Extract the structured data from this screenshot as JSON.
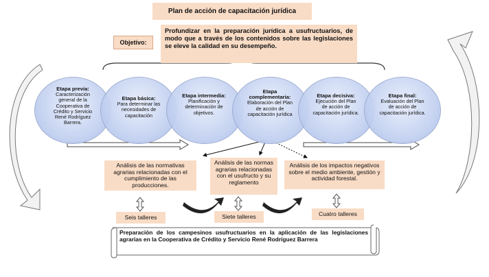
{
  "title": "Plan de acción de capacitación jurídica",
  "objective": {
    "label": "Objetivo:",
    "text": "Profundizar en la preparación jurídica a usufructuarios, de modo que a través de los contenidos sobre las legislaciones se eleve la calidad en su desempeño."
  },
  "stages": [
    {
      "name": "Etapa previa:",
      "desc": "Caracterización general de la Cooperativa de Crédito y Servicio René Rodríguez Barrera."
    },
    {
      "name": "Etapa básica:",
      "desc": "Para determinar las necesidades de capacitación"
    },
    {
      "name": "Etapa intermedia:",
      "desc": "Planificación y determinación de objetivos."
    },
    {
      "name": "Etapa complementaria:",
      "desc": "Elaboración del Plan de acción de capacitación jurídica"
    },
    {
      "name": "Etapa decisiva:",
      "desc": "Ejecución del Plan de acción de capacitación jurídica."
    },
    {
      "name": "Etapa final:",
      "desc": "Evaluación del Plan de acción de capacitación jurídica."
    }
  ],
  "analyses": [
    "Análisis de las normativas agrarias relacionadas con el cumplimiento de las producciones.",
    "Análisis de las normas agrarias relacionadas con el usufructo y su reglamento",
    "Análisis de los impactos negativos sobre el medio ambiente, gestión y actividad forestal."
  ],
  "workshops": [
    "Seis talleres",
    "Siete talleres",
    "Cuatro talleres"
  ],
  "result": "Preparación de los campesinos usufructuarios en la aplicación de las legislaciones agrarias en la Cooperativa de Crédito y Servicio René Rodríguez Barrera"
}
